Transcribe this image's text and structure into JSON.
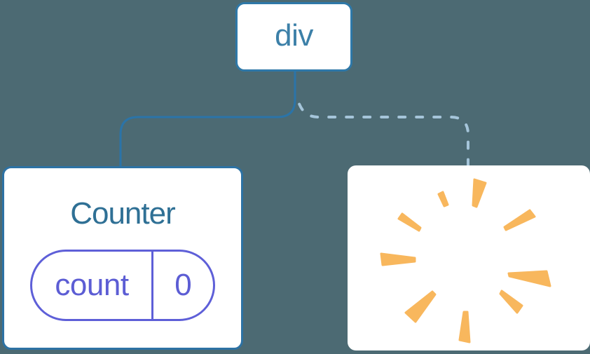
{
  "colors": {
    "background": "#4C6A73",
    "card_background": "#FFFFFF",
    "node_border_blue": "#2E78A8",
    "edge_solid_blue": "#2B74A8",
    "edge_dashed_blue": "#A5C5DA",
    "root_label_blue": "#3C80A8",
    "component_title_blue": "#2F7095",
    "state_purple": "#5C5DD4",
    "poof_orange": "#F8B75D"
  },
  "diagram": {
    "root_node": {
      "label": "div"
    },
    "counter_node": {
      "title": "Counter",
      "state_pill": {
        "key": "count",
        "value": "0"
      }
    },
    "poof_node": {
      "icon": "poof-starburst"
    },
    "edges": [
      {
        "from": "div",
        "to": "Counter",
        "style": "solid"
      },
      {
        "from": "div",
        "to": "poof",
        "style": "dashed"
      }
    ]
  }
}
